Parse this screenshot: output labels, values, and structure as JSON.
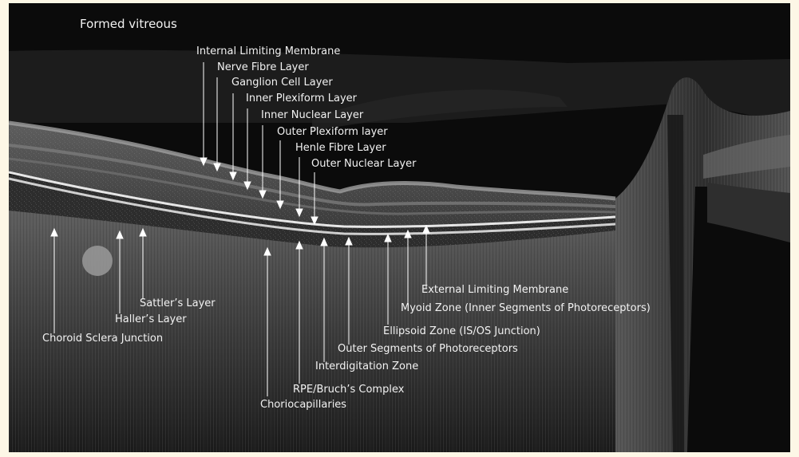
{
  "title": "Formed vitreous",
  "labels": {
    "ilm": "Internal Limiting Membrane",
    "nfl": "Nerve Fibre Layer",
    "gcl": "Ganglion Cell Layer",
    "ipl": "Inner Plexiform Layer",
    "inl": "Inner Nuclear Layer",
    "opl": "Outer Plexiform layer",
    "hfl": "Henle Fibre Layer",
    "onl": "Outer Nuclear Layer",
    "elm": "External Limiting Membrane",
    "myoid": "Myoid Zone (Inner Segments of Photoreceptors)",
    "ellipsoid": "Ellipsoid Zone (IS/OS Junction)",
    "outer_segments": "Outer Segments of Photoreceptors",
    "interdigitation": "Interdigitation Zone",
    "rpe": "RPE/Bruch’s Complex",
    "choriocapillaries": "Choriocapillaries",
    "sattler": "Sattler’s Layer",
    "haller": "Haller’s Layer",
    "csj": "Choroid Sclera Junction"
  },
  "colors": {
    "background": "#fdf7e6",
    "scan_background": "#0b0b0b",
    "label_text": "#f2f2f2",
    "arrow": "#ffffff"
  }
}
